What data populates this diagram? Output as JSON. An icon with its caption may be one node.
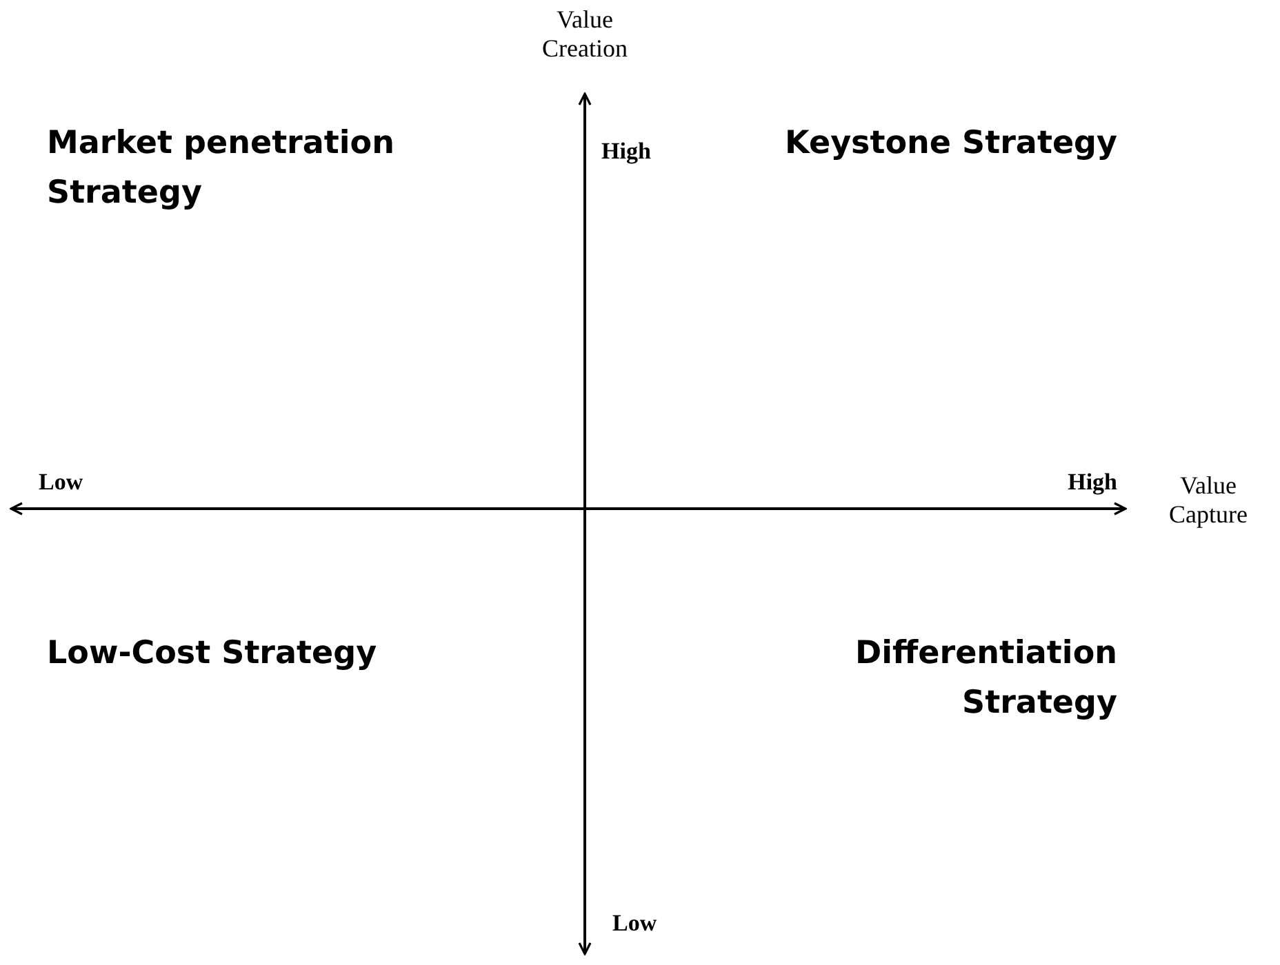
{
  "diagram": {
    "labels": [
      "Value Creation",
      "High",
      "Market penetration Strategy",
      "Keystone Strategy",
      "Low",
      "High",
      "Value Capture",
      "Low-Cost Strategy",
      "Differentiation Strategy",
      "Low"
    ]
  }
}
